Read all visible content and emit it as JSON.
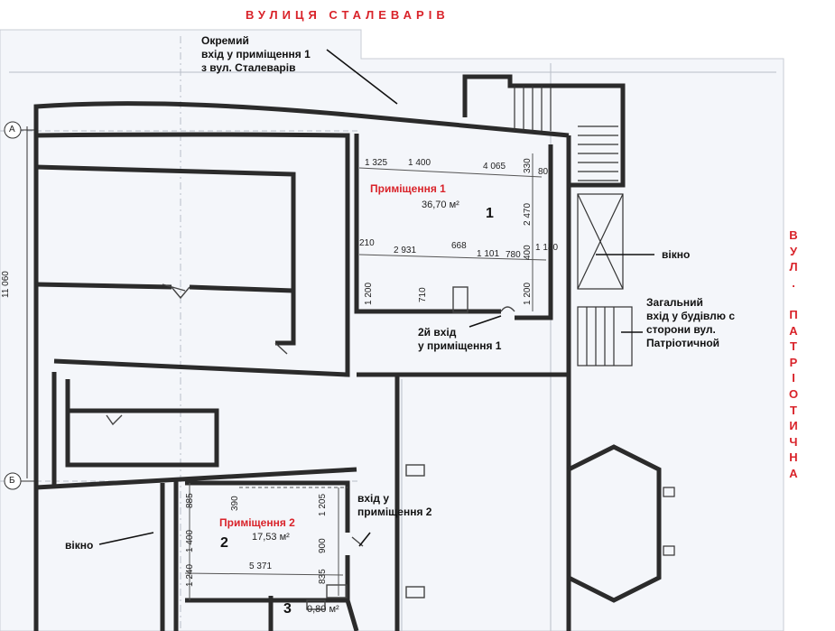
{
  "streets": {
    "top": "ВУЛИЦЯ СТАЛЕВАРІВ",
    "right": "ВУЛ. ПАТРІОТИЧНА"
  },
  "notes": {
    "separate_entrance": "Окремий\nвхід у приміщення 1\nз вул. Сталеварів",
    "window_right": "вікно",
    "main_entrance": "Загальний\nвхід у будівлю с\nсторони вул.\nПатріотичной",
    "second_entrance": "2й вхід\nу приміщення 1",
    "entrance_room2": "вхід у\nприміщення 2",
    "window_left": "вікно"
  },
  "rooms": {
    "room1": {
      "name": "Приміщення 1",
      "area": "36,70 м²",
      "number": "1"
    },
    "room2": {
      "name": "Приміщення 2",
      "area": "17,53 м²",
      "number": "2"
    },
    "room3": {
      "area": "0,80 м²",
      "number": "3"
    }
  },
  "axes": {
    "a": "А",
    "b": "Б",
    "height_dim": "11 060"
  },
  "dimensions": {
    "d1325": "1 325",
    "d1400a": "1 400",
    "d4065": "4 065",
    "d330": "330",
    "d80": "80",
    "d2470": "2 470",
    "d210": "210",
    "d2931": "2 931",
    "d668": "668",
    "d1101": "1 101",
    "d780": "780",
    "d400": "400",
    "d1180": "1 180",
    "d1200a": "1 200",
    "d710": "710",
    "d1200b": "1 200",
    "d885": "885",
    "d390": "390",
    "d1205": "1 205",
    "d1400b": "1 400",
    "d900": "900",
    "d1240": "1 240",
    "d835": "835",
    "d5371": "5 371"
  },
  "colors": {
    "accent": "#d9232a",
    "paper": "#f4f6fa",
    "wall": "#2b2b2b",
    "background": "#ffffff"
  }
}
